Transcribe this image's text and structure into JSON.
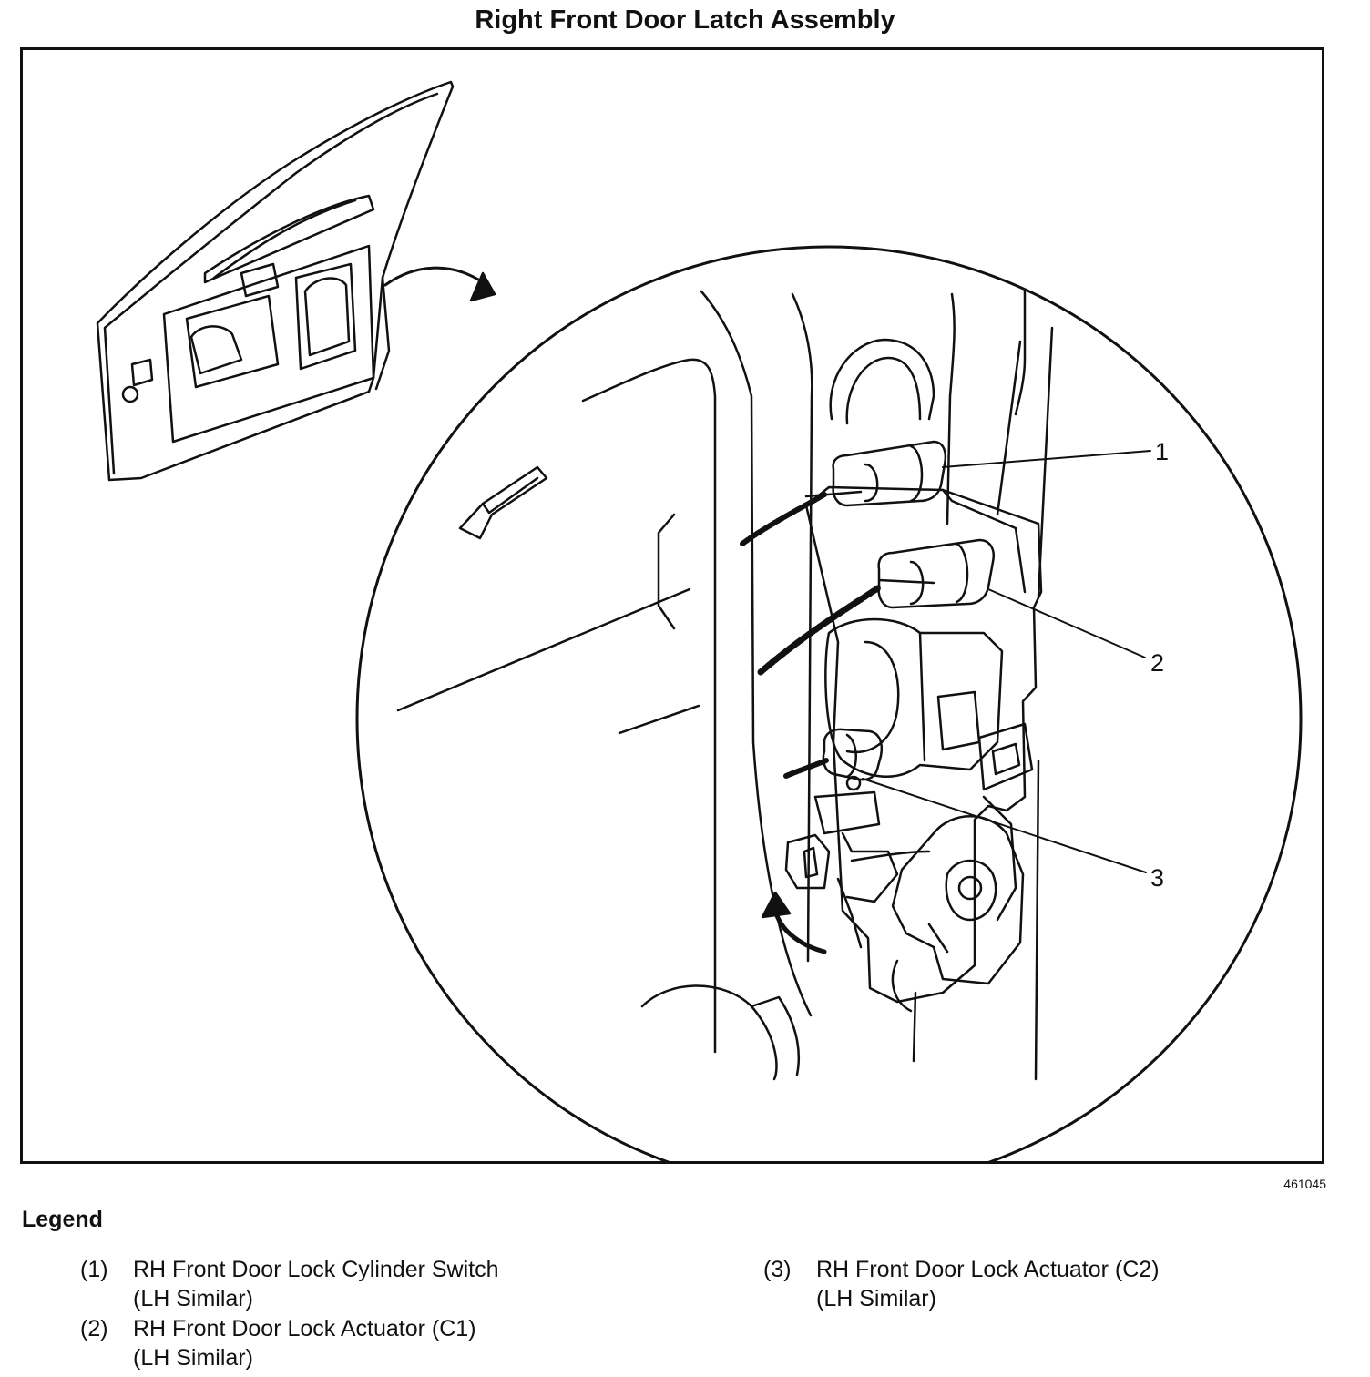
{
  "title": "Right Front Door Latch Assembly",
  "figure_number": "461045",
  "callouts": [
    "1",
    "2",
    "3"
  ],
  "legend": {
    "heading": "Legend",
    "items": [
      {
        "num": "(1)",
        "text": "RH Front Door Lock Cylinder Switch",
        "sub": "(LH Similar)"
      },
      {
        "num": "(2)",
        "text": "RH Front Door Lock Actuator (C1)",
        "sub": "(LH Similar)"
      },
      {
        "num": "(3)",
        "text": "RH Front Door Lock Actuator (C2)",
        "sub": "(LH Similar)"
      }
    ]
  }
}
